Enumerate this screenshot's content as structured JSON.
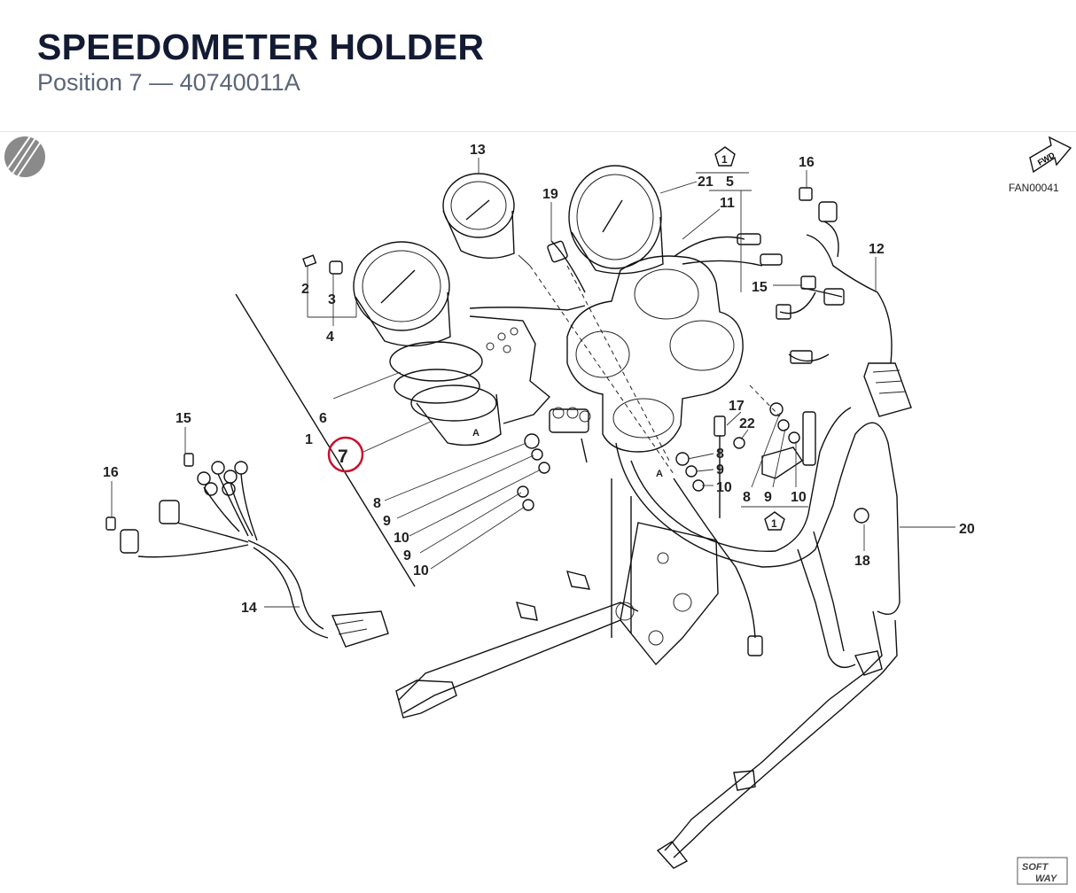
{
  "header": {
    "title": "SPEEDOMETER HOLDER",
    "subtitle": "Position 7 — 40740011A"
  },
  "diagram": {
    "code": "FAN00041",
    "fwd_label": "FWD",
    "watermark_top": "SOFT",
    "watermark_bottom": "WAY",
    "highlight_color": "#c8102e",
    "highlighted_callout": "7",
    "callouts": {
      "c13": "13",
      "c19": "19",
      "c21": "21",
      "c5": "5",
      "c11": "11",
      "c16a": "16",
      "c12": "12",
      "c15a": "15",
      "c2": "2",
      "c3": "3",
      "c4": "4",
      "c6": "6",
      "c1": "1",
      "c7": "7",
      "c8a": "8",
      "c9a": "9",
      "c10a": "10",
      "c9b": "9",
      "c10b": "10",
      "c15b": "15",
      "c16b": "16",
      "c14": "14",
      "c17": "17",
      "c22": "22",
      "c8b": "8",
      "c9c": "9",
      "c10c": "10",
      "c8c": "8",
      "c9d": "9",
      "c10d": "10",
      "c20": "20",
      "c18": "18",
      "note1a": "1",
      "note1b": "1",
      "letterA1": "A",
      "letterA2": "A"
    }
  }
}
